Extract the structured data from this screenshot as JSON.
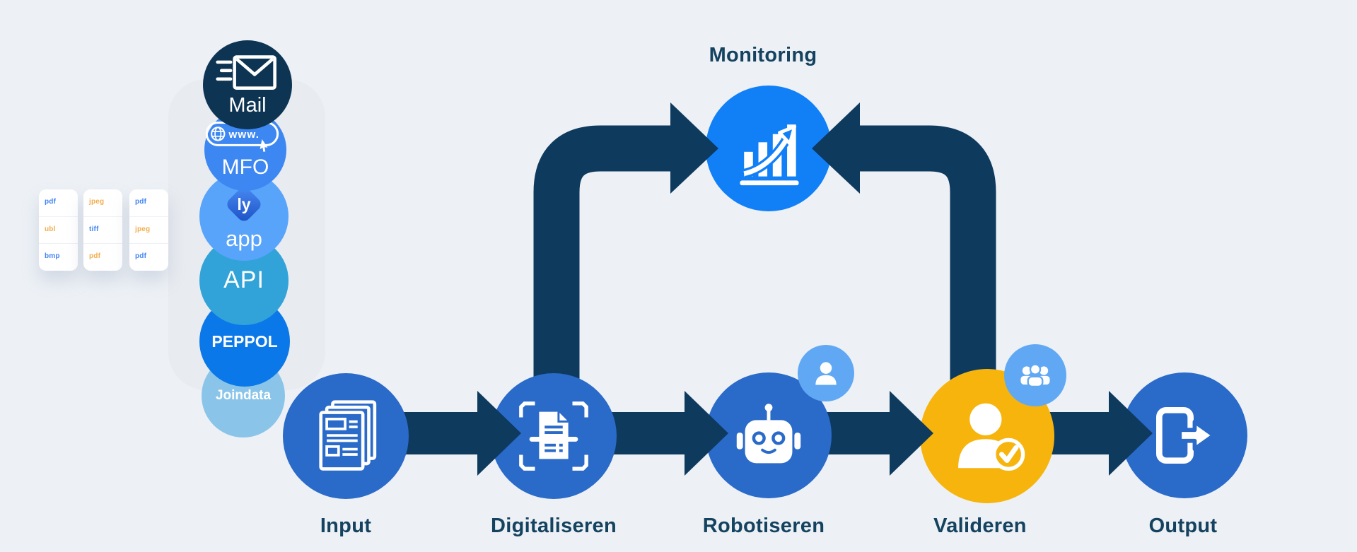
{
  "palette": {
    "bg": "#edf1f6",
    "backdrop": "#e8ebf0",
    "navy": "#0e3a5e",
    "navy_dark": "#0d3453",
    "label_color": "#14425f",
    "blue_main": "#2a6ac9",
    "blue_bright": "#1180f7",
    "blue_mfo": "#3d87f2",
    "blue_app": "#58a4fb",
    "blue_api": "#31a3d9",
    "blue_peppol": "#0a78e8",
    "blue_joindata": "#8ac5e9",
    "yellow": "#f6b40d",
    "badge_blue": "#61a8f4",
    "file_blue": "#4285f4",
    "file_orange": "#f2ae4e"
  },
  "monitoring": {
    "title": "Monitoring"
  },
  "stages": {
    "input": "Input",
    "digitaliseren": "Digitaliseren",
    "robotiseren": "Robotiseren",
    "valideren": "Valideren",
    "output": "Output"
  },
  "channels": {
    "mail": "Mail",
    "mfo": "MFO",
    "mfo_pill": "www.",
    "app": "app",
    "app_logo": "ly",
    "api": "API",
    "peppol": "PEPPOL",
    "joindata": "Joindata"
  },
  "file_cards": [
    {
      "rows": [
        {
          "label": "pdf",
          "color": "blue"
        },
        {
          "label": "ubl",
          "color": "orange"
        },
        {
          "label": "bmp",
          "color": "blue"
        }
      ]
    },
    {
      "rows": [
        {
          "label": "jpeg",
          "color": "orange"
        },
        {
          "label": "tiff",
          "color": "blue"
        },
        {
          "label": "pdf",
          "color": "orange"
        }
      ]
    },
    {
      "rows": [
        {
          "label": "pdf",
          "color": "blue"
        },
        {
          "label": "jpeg",
          "color": "orange"
        },
        {
          "label": "pdf",
          "color": "blue"
        }
      ]
    }
  ]
}
